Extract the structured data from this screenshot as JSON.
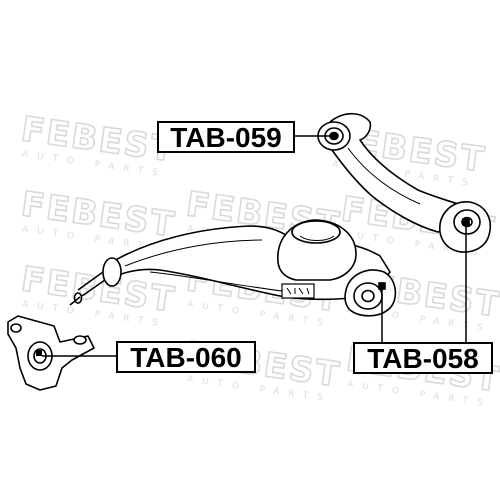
{
  "watermark": {
    "brand": "FEBEST",
    "sub": "AUTO PARTS"
  },
  "callouts": {
    "upper_bushing": "TAB-059",
    "rear_bracket": "TAB-060",
    "front_bushing": "TAB-058"
  },
  "colors": {
    "line": "#000000",
    "watermark": "#d9d9d9"
  }
}
